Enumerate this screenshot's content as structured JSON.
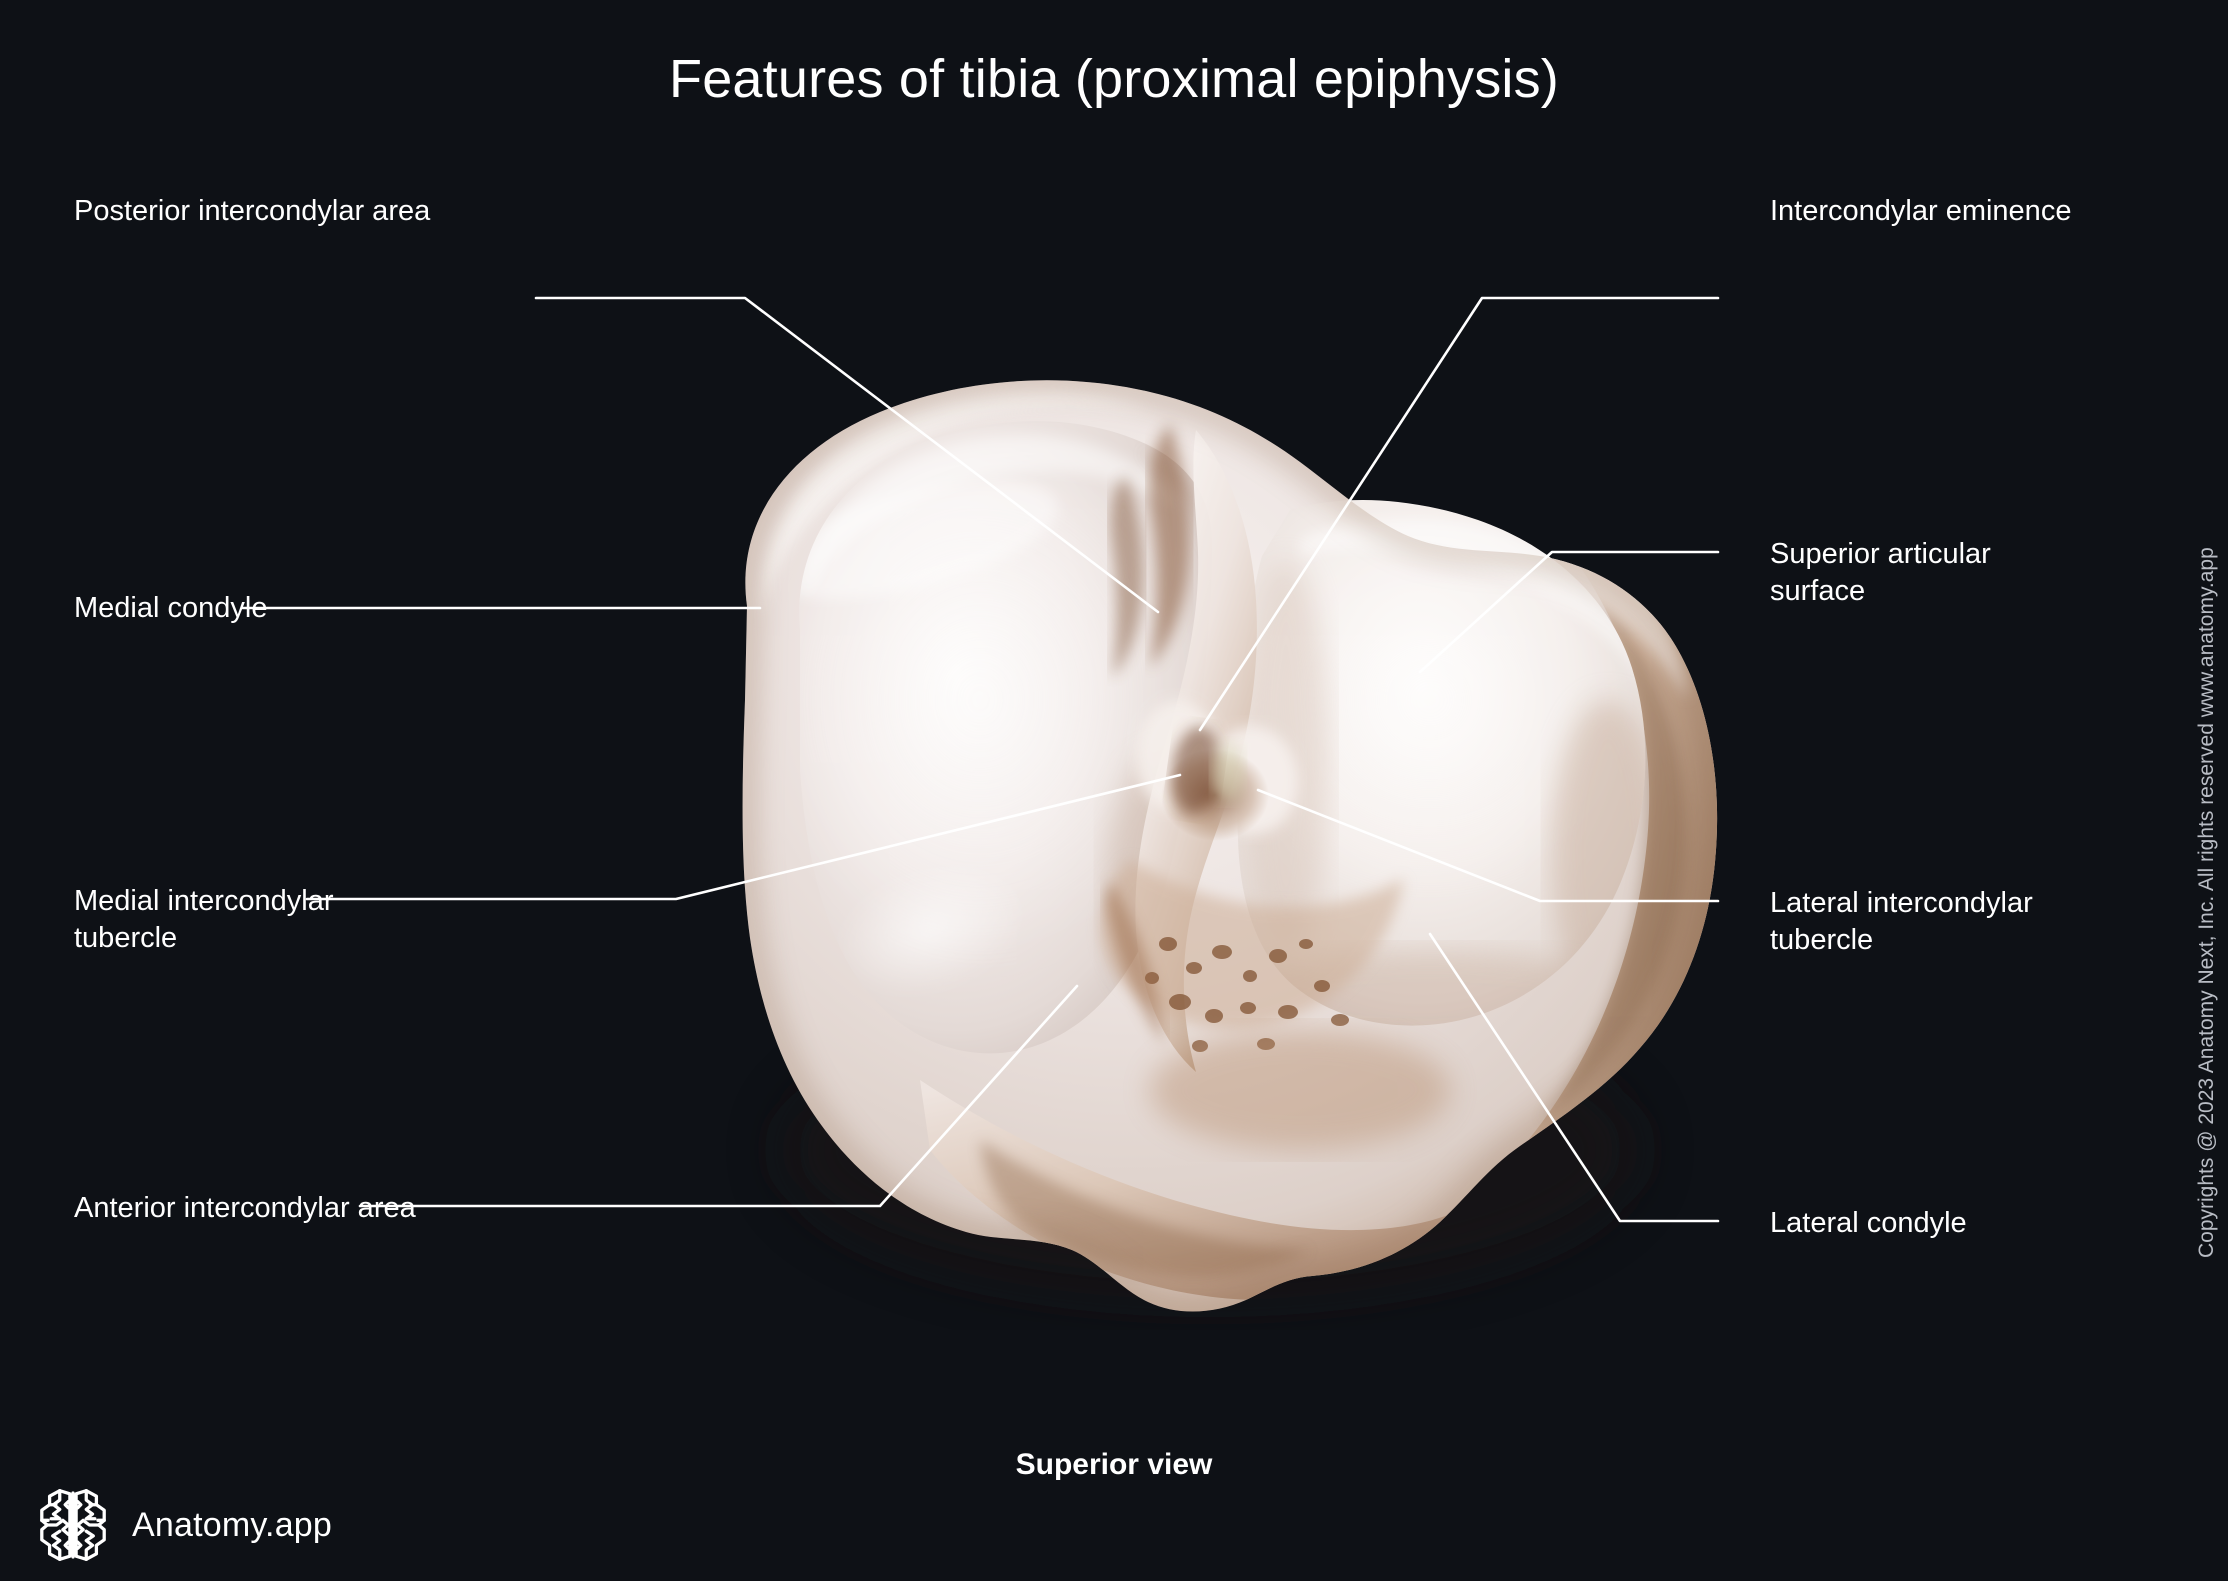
{
  "page": {
    "title": "Features of tibia (proximal epiphysis)",
    "view_caption": "Superior view",
    "background_color": "#0e1116",
    "label_color": "#ffffff",
    "leader_line_color": "#ffffff"
  },
  "brand": {
    "logo_icon": "brain-logo-icon",
    "name": "Anatomy.app",
    "copyright": "Copyrights @ 2023 Anatomy Next, Inc. All rights reserved www.anatomy.app"
  },
  "labels": {
    "left": [
      {
        "id": "posterior-intercondylar-area",
        "text": "Posterior intercondylar area",
        "lines": [
          "Posterior intercondylar area"
        ]
      },
      {
        "id": "medial-condyle",
        "text": "Medial condyle",
        "lines": [
          "Medial condyle"
        ]
      },
      {
        "id": "medial-intercondylar-tubercle",
        "text": "Medial intercondylar tubercle",
        "lines": [
          "Medial intercondylar",
          "tubercle"
        ]
      },
      {
        "id": "anterior-intercondylar-area",
        "text": "Anterior intercondylar area",
        "lines": [
          "Anterior intercondylar area"
        ]
      }
    ],
    "right": [
      {
        "id": "intercondylar-eminence",
        "text": "Intercondylar eminence",
        "lines": [
          "Intercondylar eminence"
        ]
      },
      {
        "id": "superior-articular-surface",
        "text": "Superior articular surface",
        "lines": [
          "Superior articular",
          "surface"
        ]
      },
      {
        "id": "lateral-intercondylar-tubercle",
        "text": "Lateral intercondylar tubercle",
        "lines": [
          "Lateral intercondylar",
          "tubercle"
        ]
      },
      {
        "id": "lateral-condyle",
        "text": "Lateral condyle",
        "lines": [
          "Lateral condyle"
        ]
      }
    ]
  },
  "label_text": {
    "posterior_intercondylar_area": "Posterior intercondylar area",
    "medial_condyle": "Medial condyle",
    "medial_intercondylar_tubercle_l1": "Medial intercondylar",
    "medial_intercondylar_tubercle_l2": "tubercle",
    "anterior_intercondylar_area": "Anterior intercondylar area",
    "intercondylar_eminence": "Intercondylar eminence",
    "superior_articular_surface_l1": "Superior articular",
    "superior_articular_surface_l2": "surface",
    "lateral_intercondylar_tubercle_l1": "Lateral intercondylar",
    "lateral_intercondylar_tubercle_l2": "tubercle",
    "lateral_condyle": "Lateral condyle"
  },
  "specimen": {
    "name": "tibia-proximal-epiphysis",
    "bone_color_light": "#f3eeec",
    "bone_color_mid": "#e3d9d5",
    "bone_color_shadow": "#c9b9b0",
    "bone_color_cortex": "#a4836b",
    "bone_color_marrow": "#8d5f43"
  }
}
